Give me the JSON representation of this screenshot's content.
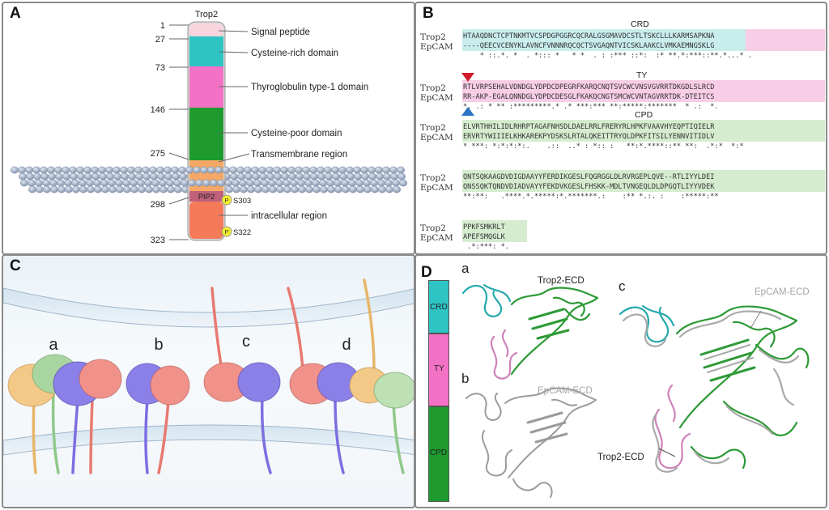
{
  "panels": {
    "a": "A",
    "b": "B",
    "c": "C",
    "d": "D"
  },
  "panelA": {
    "title": "Trop2",
    "positions": [
      "1",
      "27",
      "73",
      "146",
      "275",
      "298",
      "323"
    ],
    "domains": [
      {
        "label": "Signal peptide",
        "color": "#f6d5de"
      },
      {
        "label": "Cysteine-rich domain",
        "color": "#2ec4c4"
      },
      {
        "label": "Thyroglobulin type-1 domain",
        "color": "#f472c6"
      },
      {
        "label": "Cysteine-poor domain",
        "color": "#1e9a2e"
      },
      {
        "label": "Transmembrane region",
        "color": "#f5a865"
      },
      {
        "label": "intracellular region",
        "color": "#f57a5a"
      }
    ],
    "pip2": "PIP2",
    "phospho": [
      "S303",
      "S322"
    ],
    "phospho_symbol": "P"
  },
  "panelB": {
    "blocks": [
      {
        "header": "CRD",
        "rows": [
          {
            "name": "Trop2",
            "seq": "HTAAQDNCTCPTNKMTVCSPDGPGGRCQCRALGSGMAVDCSTLTSKCLLLKARMSAPKNA"
          },
          {
            "name": "EpCAM",
            "seq": "----QEECVCENYKLAVNCFVNNNRQCQCTSVGAQNTVICSKLAAKCLVMKAEMNGSKLG"
          },
          {
            "name": "",
            "seq": "    * ::.*. *  . *::: *   * *  . : :*** ::*:  :* **.*:***::**.*...* ."
          }
        ]
      },
      {
        "header": "TY",
        "rows": [
          {
            "name": "Trop2",
            "seq": "RTLVRPSEHALVDNDGLYDPDCDPEGRFKARQCNQTSVCWCVNSVGVRRTDKGDLSLRCD"
          },
          {
            "name": "EpCAM",
            "seq": "RR-AKP-EGALQNNDGLYDPDCDESGLFKAKQCNGTSMCWCVNTAGVRRTDK-DTEITCS"
          },
          {
            "name": "",
            "seq": "*. .: * ** :*********.* .* ***:*** **:*****:*******  * .:  *."
          }
        ]
      },
      {
        "header": "CPD",
        "rows": [
          {
            "name": "Trop2",
            "seq": "ELVRTHHILIDLRHRPTAGAFNHSDLDAELRRLFRERYRLHPKFVAAVHYEQPTIQIELR"
          },
          {
            "name": "EpCAM",
            "seq": "ERVRTYWIIIELKHKAREKPYDSKSLRTALQKEITTRYQLDPKFITSILYENNVITIDLV"
          },
          {
            "name": "",
            "seq": "* ***: *:*:*:*:.    .::  ..* : *:: :   **:*.****::** **:  .*:*  *:*"
          }
        ]
      },
      {
        "header": "",
        "rows": [
          {
            "name": "Trop2",
            "seq": "QNTSQKAAGDVDIGDAAYYFERDIKGESLFQGRGGLDLRVRGEPLQVE--RTLIYYLDEI"
          },
          {
            "name": "EpCAM",
            "seq": "QNSSQKTQNDVDIADVAYYFEKDVKGESLFHSKK-MDLTVNGEQLDLDPGQTLIYYVDEK"
          },
          {
            "name": "",
            "seq": "**:**:   .****.*.*****:*.*******.:    :** *.:. :    :*****:**"
          }
        ]
      },
      {
        "header": "",
        "rows": [
          {
            "name": "Trop2",
            "seq": "PPKFSMKRLT"
          },
          {
            "name": "EpCAM",
            "seq": "APEFSMQGLK"
          },
          {
            "name": "",
            "seq": " .*:***: *."
          }
        ]
      }
    ]
  },
  "panelC": {
    "labels": [
      "a",
      "b",
      "c",
      "d"
    ]
  },
  "panelD": {
    "bar": [
      "CRD",
      "TY",
      "CPD"
    ],
    "sub": [
      "a",
      "b",
      "c"
    ],
    "trop2_ecd": "Trop2-ECD",
    "epcam_ecd": "EpCAM-ECD",
    "trop2_ecd_c": "Trop2-ECD",
    "epcam_ecd_c": "EpCAM-ECD"
  }
}
